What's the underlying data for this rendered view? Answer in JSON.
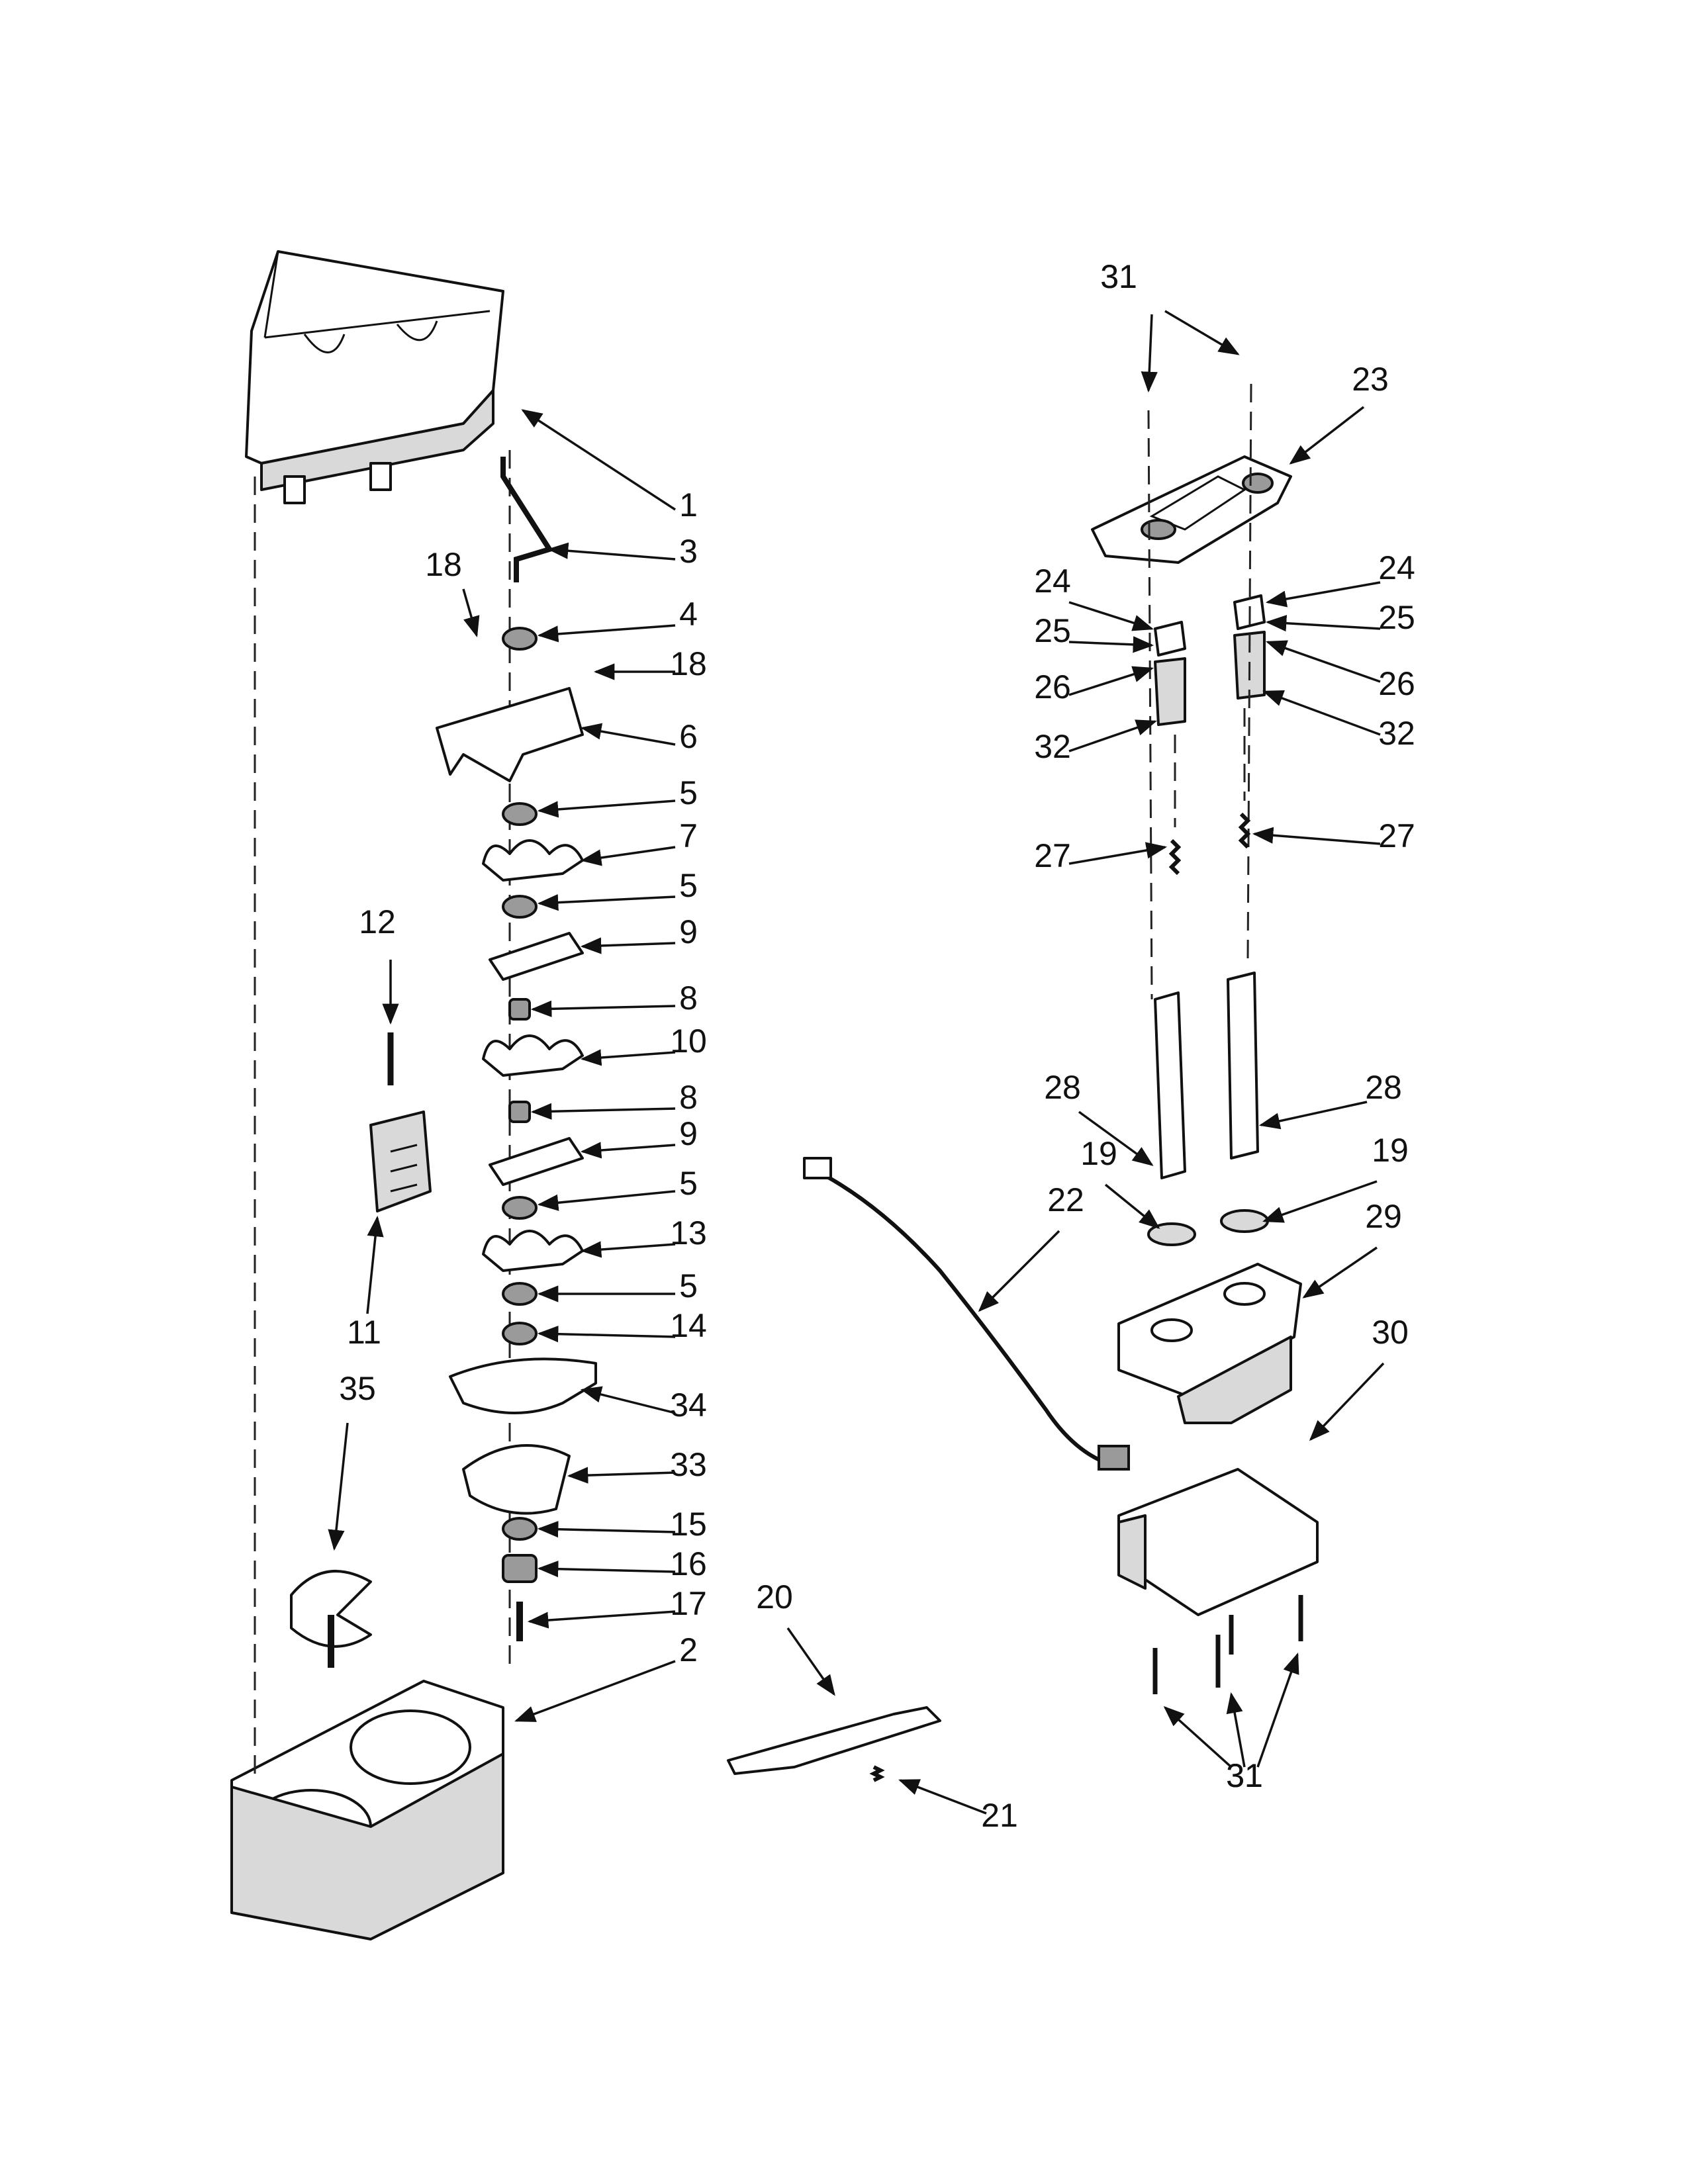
{
  "diagram": {
    "callouts": [
      "1",
      "2",
      "3",
      "4",
      "5",
      "6",
      "7",
      "8",
      "9",
      "10",
      "11",
      "12",
      "13",
      "14",
      "15",
      "16",
      "17",
      "18",
      "19",
      "20",
      "21",
      "22",
      "23",
      "24",
      "25",
      "26",
      "27",
      "28",
      "29",
      "30",
      "31",
      "32",
      "33",
      "34",
      "35"
    ],
    "colors": {
      "line": "#111111",
      "fill": "#ffffff",
      "shade": "#d9d9d9"
    }
  }
}
